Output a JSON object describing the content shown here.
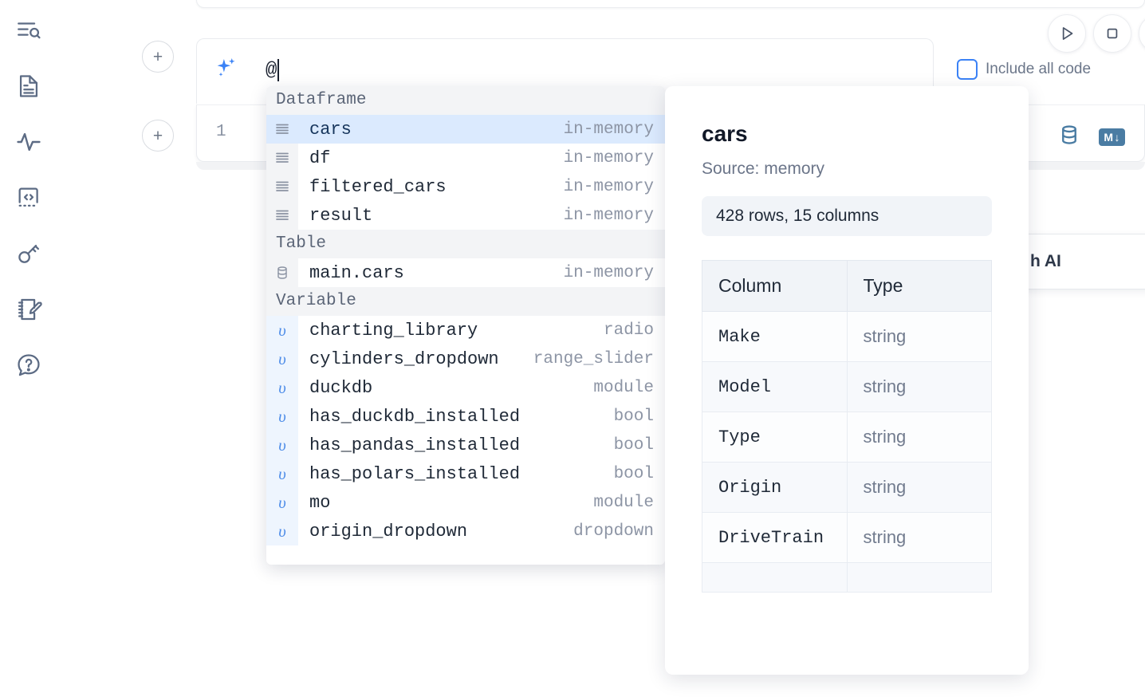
{
  "sidebar": {
    "items": [
      {
        "name": "outline-search-icon",
        "label": "Outline"
      },
      {
        "name": "file-document-icon",
        "label": "Notebook"
      },
      {
        "name": "activity-pulse-icon",
        "label": "Activity"
      },
      {
        "name": "code-snippet-icon",
        "label": "Snippets"
      },
      {
        "name": "key-icon",
        "label": "Secrets"
      },
      {
        "name": "scratchpad-edit-icon",
        "label": "Scratchpad"
      },
      {
        "name": "help-question-icon",
        "label": "Help"
      }
    ]
  },
  "toolbar": {
    "run_label": "Run",
    "stop_label": "Stop",
    "more_label": "More",
    "include_all_code": "Include all code",
    "include_checked": false
  },
  "ai_cell": {
    "icon": "sparkles-icon",
    "value": "@",
    "add_button_label": "+"
  },
  "code_cell": {
    "line_number": "1",
    "database_icon": "database-icon",
    "markdown_badge": "M",
    "markdown_arrow": "↓"
  },
  "ai_card": {
    "label": "h AI"
  },
  "autocomplete": {
    "groups": [
      {
        "label": "Dataframe",
        "icon": "dataframe-rows-icon",
        "kind": "dataframe",
        "items": [
          {
            "name": "cars",
            "type": "in-memory",
            "selected": true
          },
          {
            "name": "df",
            "type": "in-memory",
            "selected": false
          },
          {
            "name": "filtered_cars",
            "type": "in-memory",
            "selected": false
          },
          {
            "name": "result",
            "type": "in-memory",
            "selected": false
          }
        ]
      },
      {
        "label": "Table",
        "icon": "database-icon",
        "kind": "table",
        "items": [
          {
            "name": "main.cars",
            "type": "in-memory",
            "selected": false
          }
        ]
      },
      {
        "label": "Variable",
        "icon": "variable-upsilon-icon",
        "kind": "variable",
        "items": [
          {
            "name": "charting_library",
            "type": "radio",
            "selected": false
          },
          {
            "name": "cylinders_dropdown",
            "type": "range_slider",
            "selected": false
          },
          {
            "name": "duckdb",
            "type": "module",
            "selected": false
          },
          {
            "name": "has_duckdb_installed",
            "type": "bool",
            "selected": false
          },
          {
            "name": "has_pandas_installed",
            "type": "bool",
            "selected": false
          },
          {
            "name": "has_polars_installed",
            "type": "bool",
            "selected": false
          },
          {
            "name": "mo",
            "type": "module",
            "selected": false
          },
          {
            "name": "origin_dropdown",
            "type": "dropdown",
            "selected": false
          }
        ]
      }
    ]
  },
  "doc_panel": {
    "title": "cars",
    "source": "Source: memory",
    "shape": "428 rows, 15 columns",
    "columns_header": "Column",
    "type_header": "Type",
    "rows": [
      {
        "column": "Make",
        "type": "string"
      },
      {
        "column": "Model",
        "type": "string"
      },
      {
        "column": "Type",
        "type": "string"
      },
      {
        "column": "Origin",
        "type": "string"
      },
      {
        "column": "DriveTrain",
        "type": "string"
      },
      {
        "column": "",
        "type": ""
      }
    ]
  },
  "colors": {
    "accent": "#3b82f6",
    "selection": "#dbeafe",
    "group_bg": "#f3f4f6",
    "icon": "#5c6b84",
    "muted": "#8d95a5"
  }
}
